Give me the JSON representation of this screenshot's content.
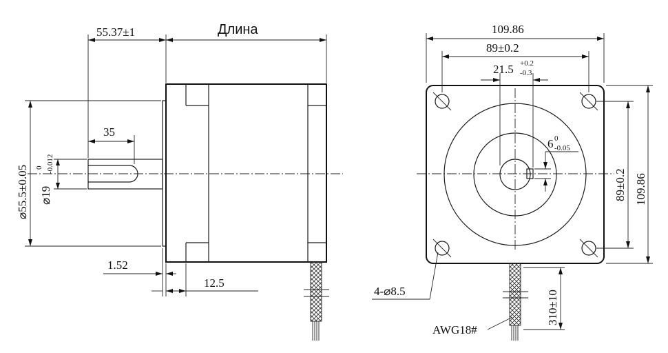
{
  "side_view": {
    "title": "Длина",
    "flange_protrusion": "55.37±1",
    "key_length": "35",
    "pilot_diameter": "⌀55.5±0.05",
    "shaft_diameter": "⌀19",
    "shaft_tol_upper": "0",
    "shaft_tol_lower": "-0.012",
    "pilot_height": "1.52",
    "flange_thickness": "12.5"
  },
  "front_view": {
    "body_width": "109.86",
    "hole_spacing": "89±0.2",
    "key_height": "21.5",
    "key_height_tol_upper": "+0.2",
    "key_height_tol_lower": "-0.3",
    "key_width": "6",
    "key_width_tol_upper": "0",
    "key_width_tol_lower": "-0.05",
    "hole_spacing_vertical": "89±0.2",
    "body_height": "109.86",
    "mounting_holes": "4-⌀8.5",
    "wire_gauge": "AWG18#",
    "lead_length": "310±10"
  }
}
